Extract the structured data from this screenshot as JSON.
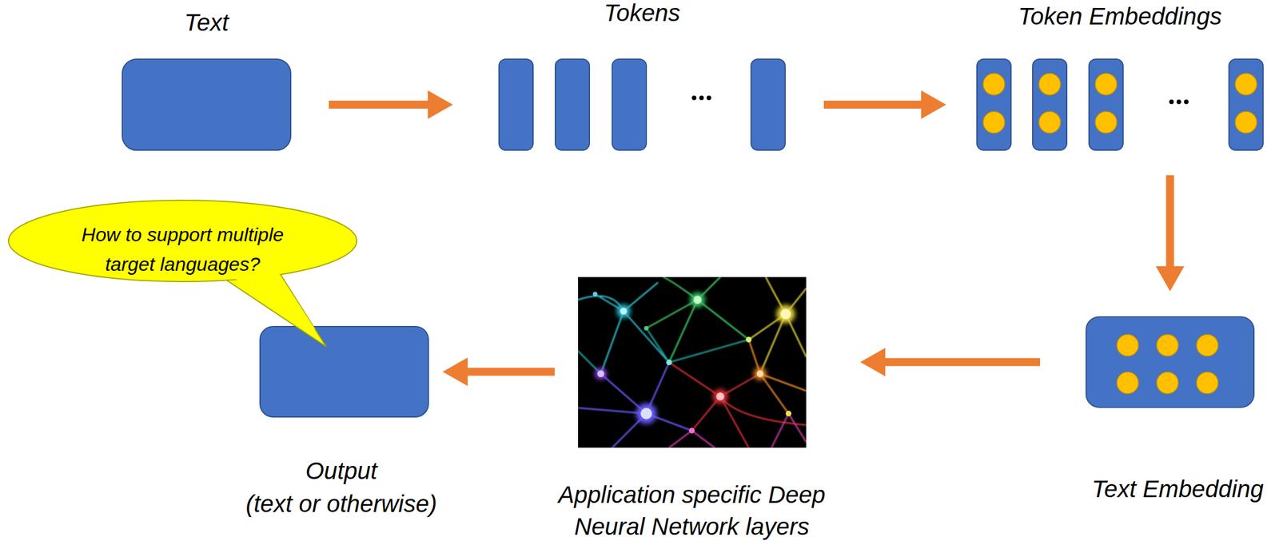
{
  "diagram": {
    "nodes": [
      {
        "text": [
          "Text"
        ]
      },
      {
        "text": [
          "Tokens"
        ]
      },
      {
        "text": [
          "Token Embeddings"
        ]
      },
      {
        "text": [
          "Text Embedding"
        ]
      },
      {
        "text": [
          "Application specific Deep Neural Network layers"
        ]
      },
      {
        "text": [
          "Output",
          "(text or otherwise)"
        ]
      },
      {
        "text": [
          "How to support multiple target languages?"
        ]
      }
    ],
    "edges": [
      {
        "from": 0,
        "to": 1,
        "arrow": "to"
      },
      {
        "from": 1,
        "to": 2,
        "arrow": "to"
      },
      {
        "from": 2,
        "to": 3,
        "arrow": "to"
      },
      {
        "from": 3,
        "to": 4,
        "arrow": "to"
      },
      {
        "from": 4,
        "to": 5,
        "arrow": "to"
      }
    ]
  }
}
